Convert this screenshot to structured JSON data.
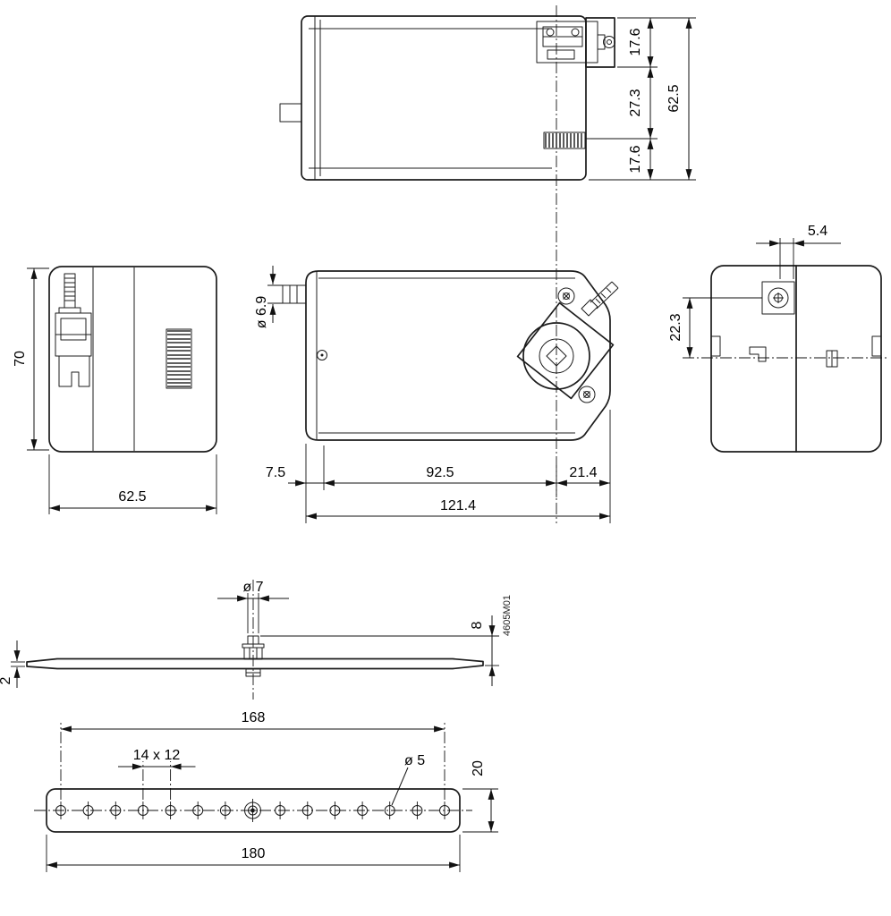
{
  "drawing": {
    "doc_number": "4605M01",
    "top_view": {
      "dim_clamp_height": "17.6",
      "dim_mid_height": "27.3",
      "dim_lower_height": "17.6",
      "dim_overall_depth": "62.5"
    },
    "left_view": {
      "dim_height": "70",
      "dim_depth": "62.5"
    },
    "front_view": {
      "dim_shaft_dia": "ø 6.9",
      "dim_left_offset": "7.5",
      "dim_shaft_center": "92.5",
      "dim_right_overhang": "21.4",
      "dim_overall_length": "121.4"
    },
    "right_view": {
      "dim_screw_offset": "5.4",
      "dim_screw_center": "22.3"
    },
    "blade_view": {
      "dim_hole_dia": "ø 7",
      "dim_hub_height": "8",
      "dim_blade_thickness": "2"
    },
    "bracket_view": {
      "dim_hole_span": "168",
      "dim_hole_pitch": "14 x 12",
      "dim_hole_dia": "ø 5",
      "dim_width": "20",
      "dim_length": "180"
    }
  }
}
